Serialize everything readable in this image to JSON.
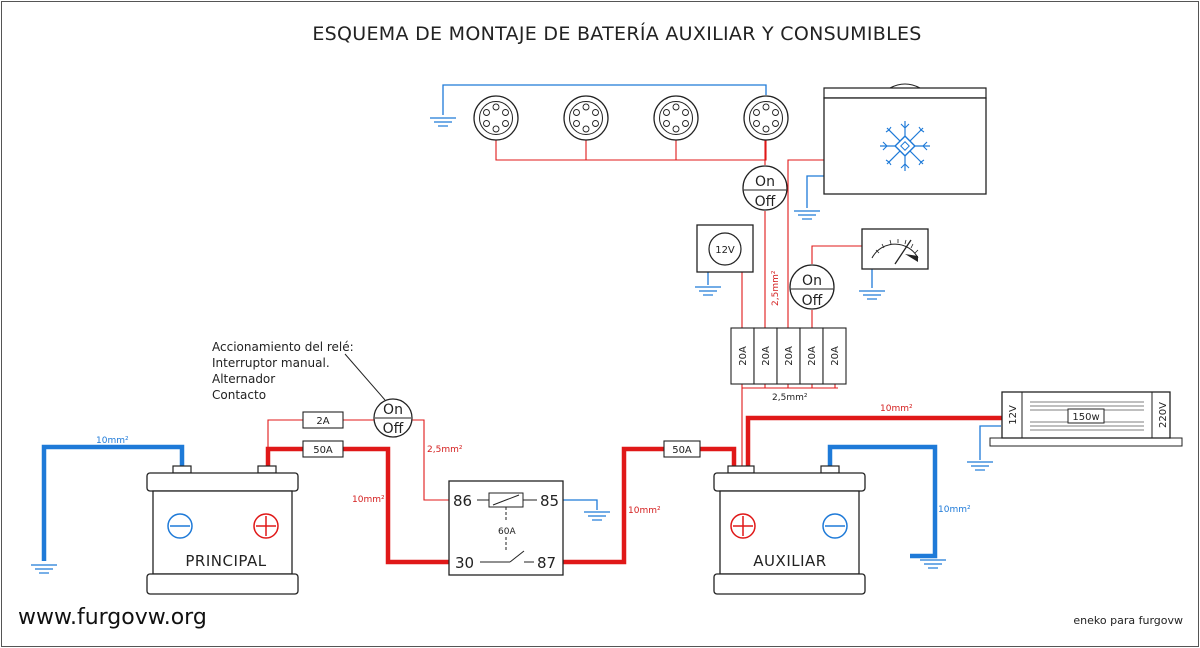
{
  "title": "ESQUEMA DE MONTAJE DE BATERÍA AUXILIAR Y CONSUMIBLES",
  "batteries": {
    "main_label": "PRINCIPAL",
    "aux_label": "AUXILIAR"
  },
  "relay": {
    "pin86": "86",
    "pin85": "85",
    "pin30": "30",
    "pin87": "87",
    "rating": "60A"
  },
  "relay_note": {
    "line1": "Accionamiento del relé:",
    "line2": "Interruptor manual.",
    "line3": "Alternador",
    "line4": "Contacto"
  },
  "fuses": {
    "relay_coil": "2A",
    "main": "50A",
    "aux": "50A",
    "box": [
      "20A",
      "20A",
      "20A",
      "20A",
      "20A"
    ]
  },
  "switches": {
    "on": "On",
    "off": "Off"
  },
  "wires": {
    "main_ground": "10mm²",
    "aux_ground": "10mm²",
    "main_to_relay": "10mm²",
    "relay_to_aux": "10mm²",
    "inverter_feed": "10mm²",
    "coil_feed": "2,5mm²",
    "consumer_feed": "2,5mm²",
    "fusebox_bus": "2,5mm²"
  },
  "voltmeter_label": "12V",
  "inverter": {
    "input": "12V",
    "power": "150w",
    "output": "220V"
  },
  "site": "www.furgovw.org",
  "credit": "eneko para furgovw",
  "colors": {
    "positive": "#e01818",
    "ground": "#1e7ad8",
    "line": "#222222"
  },
  "icons": [
    "ground-symbol-icon",
    "dome-light-icon",
    "fridge-snowflake-icon",
    "gauge-needle-icon",
    "plus-icon",
    "minus-icon"
  ]
}
